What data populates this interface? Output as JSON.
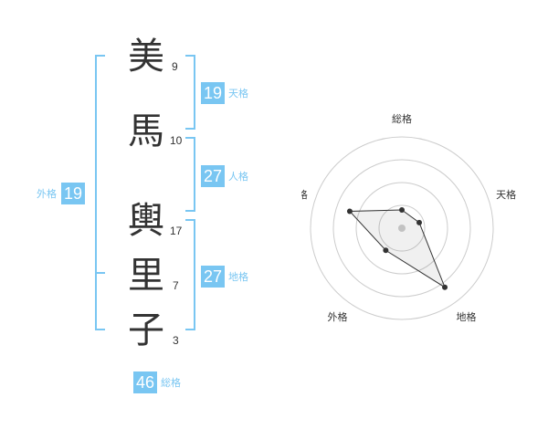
{
  "characters": [
    {
      "char": "美",
      "strokes": "9"
    },
    {
      "char": "馬",
      "strokes": "10"
    },
    {
      "char": "輿",
      "strokes": "17"
    },
    {
      "char": "里",
      "strokes": "7"
    },
    {
      "char": "子",
      "strokes": "3"
    }
  ],
  "scores": {
    "tenkaku": {
      "value": "19",
      "label": "天格"
    },
    "jinkaku": {
      "value": "27",
      "label": "人格"
    },
    "chikaku": {
      "value": "27",
      "label": "地格"
    },
    "gaikaku": {
      "value": "19",
      "label": "外格"
    },
    "soukaku": {
      "value": "46",
      "label": "総格"
    }
  },
  "colors": {
    "accent": "#79c6f2",
    "text": "#333333",
    "grid": "#cccccc",
    "line": "#333333"
  },
  "chart_data": {
    "type": "radar",
    "axes": [
      "総格",
      "天格",
      "地格",
      "外格",
      "人格"
    ],
    "values": [
      0.2,
      0.2,
      0.8,
      0.3,
      0.6
    ],
    "rings": 4,
    "grid": true
  }
}
